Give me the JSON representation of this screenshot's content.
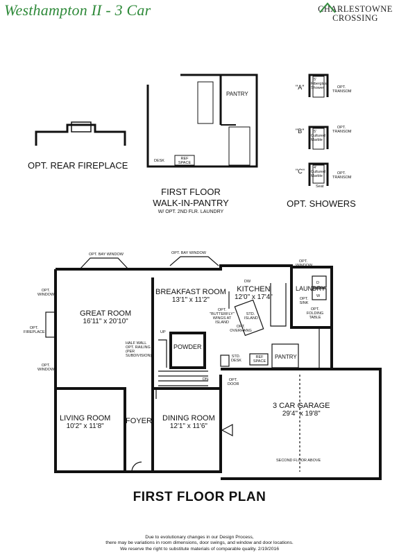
{
  "header": {
    "title": "Westhampton II - 3 Car",
    "brand_line1": "CHARLESTOWNE",
    "brand_line2": "CROSSING"
  },
  "insets": {
    "fireplace_label": "OPT. REAR FIREPLACE",
    "pantry_title_1": "FIRST FLOOR",
    "pantry_title_2": "WALK-IN-PANTRY",
    "pantry_title_3": "W/ OPT. 2ND FLR. LAUNDRY",
    "pantry_room": "PANTRY",
    "desk": "DESK",
    "ref_space": "REF SPACE",
    "showers_title": "OPT. SHOWERS",
    "shower_a": "\"A\"",
    "shower_b": "\"B\"",
    "shower_c": "\"C\"",
    "shower_a_desc": "5' Fiberglass Shower",
    "shower_b_desc": "5' Cultured Marble",
    "shower_c_desc": "4' Cultured Marble",
    "opt_transom": "OPT. TRANSOM",
    "seat": "Seat"
  },
  "plan": {
    "title": "FIRST FLOOR PLAN",
    "rooms": [
      {
        "name": "GREAT ROOM",
        "dim": "16'11\" x 20'10\""
      },
      {
        "name": "BREAKFAST ROOM",
        "dim": "13'1\" x 11'2\""
      },
      {
        "name": "KITCHEN",
        "dim": "12'0\" x 17'4\""
      },
      {
        "name": "LAUNDRY",
        "dim": ""
      },
      {
        "name": "POWDER",
        "dim": ""
      },
      {
        "name": "LIVING ROOM",
        "dim": "10'2\" x 11'8\""
      },
      {
        "name": "FOYER",
        "dim": ""
      },
      {
        "name": "DINING ROOM",
        "dim": "12'1\" x 11'6\""
      },
      {
        "name": "3 CAR GARAGE",
        "dim": "29'4\" x 19'8\""
      },
      {
        "name": "PANTRY",
        "dim": ""
      }
    ],
    "notes": {
      "bay_window_left": "OPT. BAY WINDOW",
      "bay_window_right": "OPT. BAY WINDOW",
      "opt_window_top": "OPT. WINDOW",
      "opt_window_left1": "OPT. WINDOW",
      "opt_window_left2": "OPT. WINDOW",
      "opt_fireplace": "OPT. FIREPLACE",
      "butterfly": "OPT. \"BUTTERFLY\" WINGS AT ISLAND",
      "std_island": "STD. ISLAND",
      "opt_overhang": "OPT. OVERHANG",
      "dw": "DW",
      "opt_sink": "OPT. SINK",
      "opt_folding": "OPT. FOLDING TABLE",
      "w": "W",
      "d": "D",
      "half_wall": "HALF WALL OPT. RAILING (PER SUBDIVISION)",
      "up": "UP",
      "dn": "DN.",
      "std_desk": "STD. DESK",
      "ref_space": "REF SPACE",
      "opt_door": "OPT. DOOR",
      "second_floor_above": "SECOND FLOOR ABOVE"
    }
  },
  "disclaimer": {
    "line1": "Due to evolutionary changes in our Design Process,",
    "line2": "there may be variations in room dimensions, door swings, and window and door locations.",
    "line3": "We reserve the right to substitute materials of comparable quality. 2/19/2016"
  },
  "colors": {
    "title": "#2f8a3a",
    "walls": "#111111"
  }
}
